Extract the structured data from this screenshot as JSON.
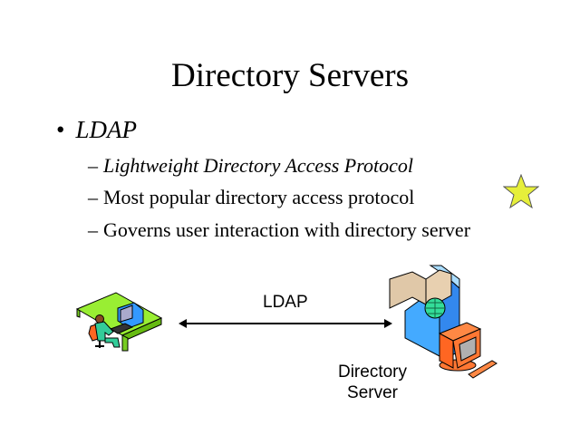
{
  "slide": {
    "title": "Directory Servers",
    "bullet": {
      "marker": "•",
      "text": "LDAP"
    },
    "sub_bullets": [
      {
        "marker": "–",
        "text": "Lightweight Directory Access Protocol"
      },
      {
        "marker": "–",
        "text": "Most popular directory access protocol"
      },
      {
        "marker": "–",
        "text": "Governs user interaction with directory server"
      }
    ],
    "diagram": {
      "arrow_label": "LDAP",
      "server_label_line1": "Directory",
      "server_label_line2": "Server"
    },
    "colors": {
      "star": "#e6ef3a",
      "desk": "#99ee33",
      "server": "#44aaff",
      "monitor": "#ff7733"
    }
  }
}
